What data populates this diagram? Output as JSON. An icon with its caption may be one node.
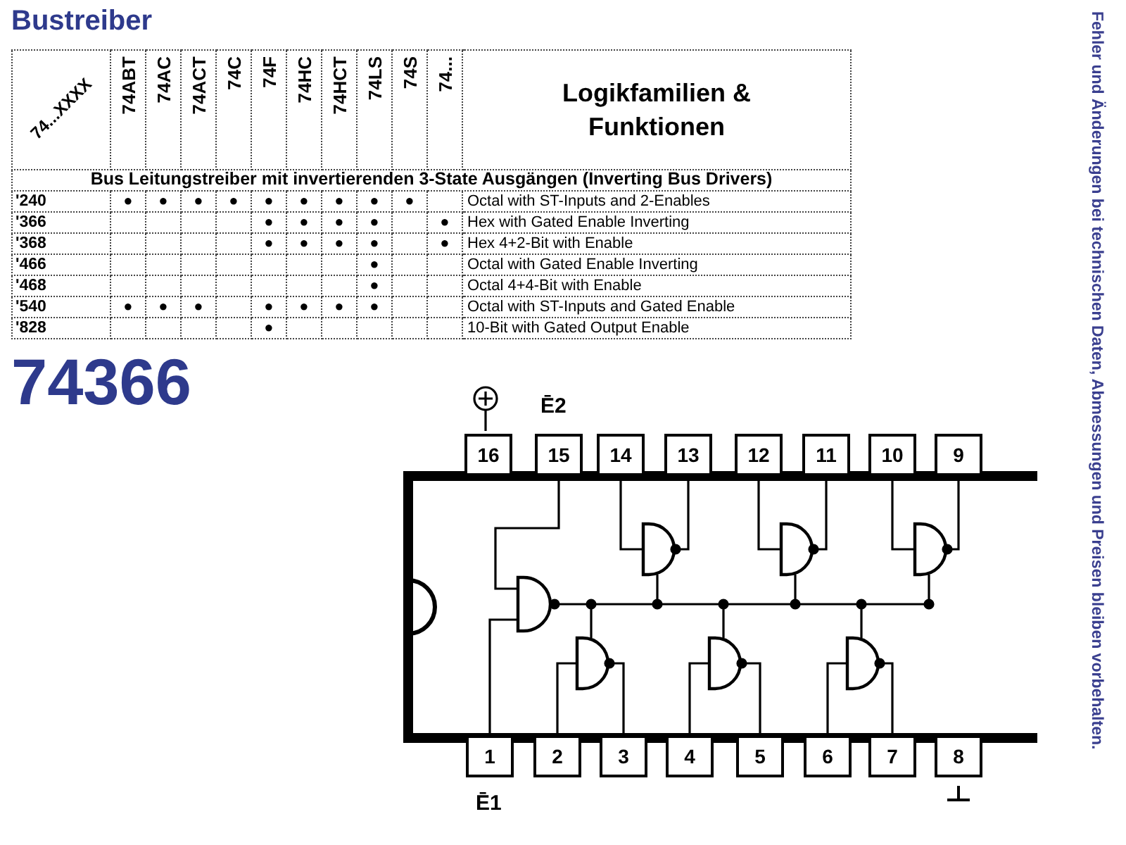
{
  "diagram": {
    "title": "Bustreiber",
    "labels": [
      "74...XXXX",
      "74ABT",
      "74AC",
      "74ACT",
      "74C",
      "74F",
      "74HC",
      "74HCT",
      "74LS",
      "74S",
      "74...",
      "Logikfamilien & Funktionen",
      "Bus Leitungstreiber mit invertierenden 3-State Ausgängen (Inverting Bus Drivers)",
      "'240",
      "●",
      "●",
      "●",
      "●",
      "●",
      "●",
      "●",
      "●",
      "●",
      "Octal with ST-Inputs and 2-Enables",
      "'366",
      "●",
      "●",
      "●",
      "●",
      "●",
      "Hex with Gated Enable Inverting",
      "'368",
      "●",
      "●",
      "●",
      "●",
      "●",
      "Hex 4+2-Bit with Enable",
      "'466",
      "●",
      "Octal with Gated Enable Inverting",
      "'468",
      "●",
      "Octal 4+4-Bit with Enable",
      "'540",
      "●",
      "●",
      "●",
      "●",
      "●",
      "●",
      "●",
      "Octal with ST-Inputs and Gated Enable",
      "'828",
      "●",
      "10-Bit with Gated Output Enable",
      "74366",
      "Ē2",
      "16",
      "15",
      "14",
      "13",
      "12",
      "11",
      "10",
      "9",
      "1",
      "2",
      "3",
      "4",
      "5",
      "6",
      "7",
      "8",
      "Ē1",
      "Fehler und Änderungen bei technischen Daten, Abmessungen und Preisen bleiben vorbehalten."
    ]
  }
}
